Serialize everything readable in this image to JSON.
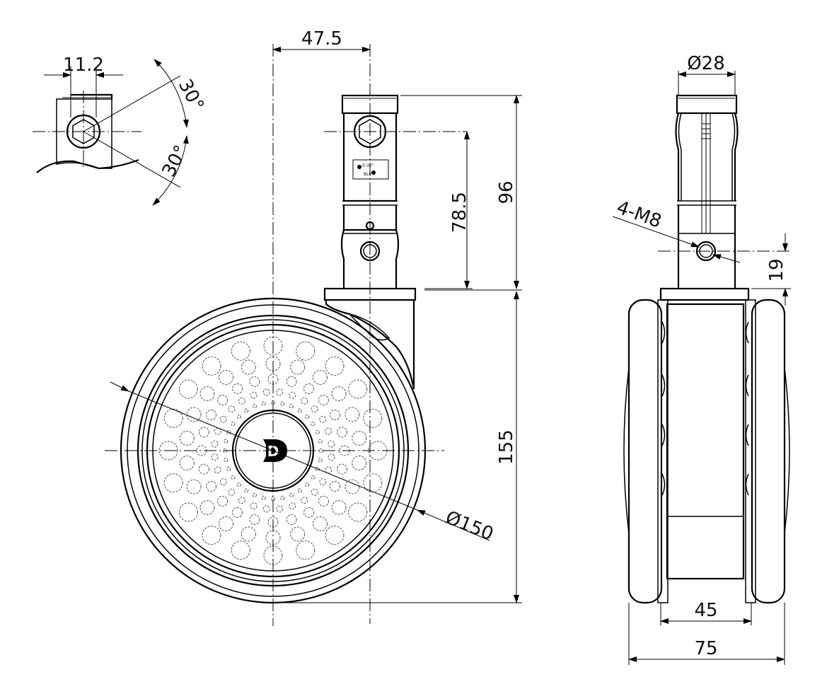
{
  "dimensions": {
    "hex_width": "11.2",
    "angle_top": "30°",
    "angle_bottom": "30°",
    "offset": "47.5",
    "stem_height": "78.5",
    "total_stem": "96",
    "wheel_height": "155",
    "wheel_diameter": "Ø150",
    "stem_diameter": "Ø28",
    "thread": "4-M8",
    "thread_height": "19",
    "hub_width": "45",
    "wheel_width": "75"
  },
  "labels": {
    "logo_letter": "D",
    "stem_label_line1": "0-30°",
    "stem_label_line2": "BLK"
  }
}
